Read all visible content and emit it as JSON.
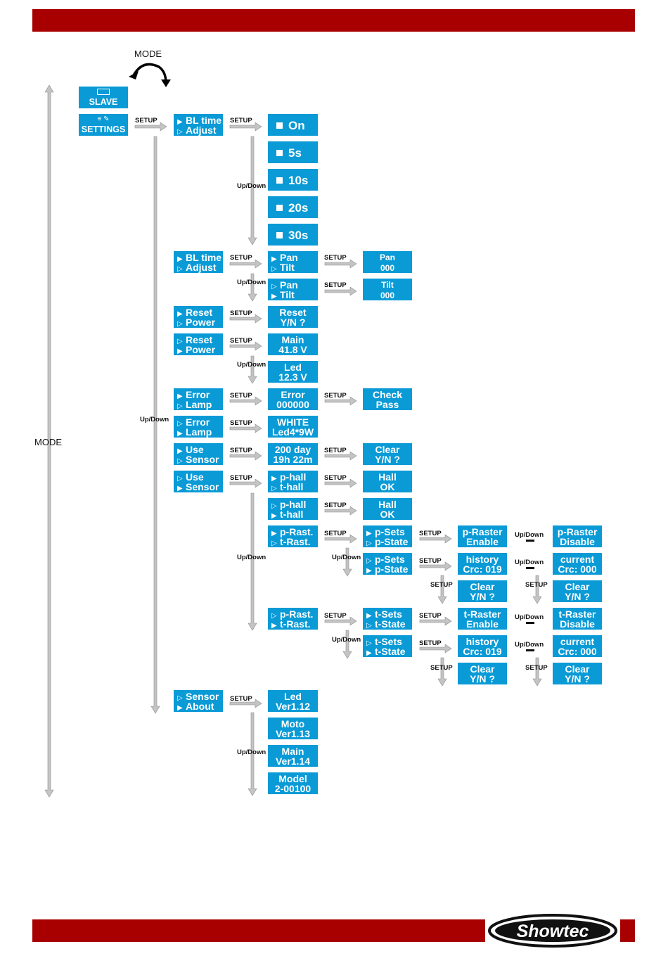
{
  "labels": {
    "mode": "MODE",
    "setup": "SETUP",
    "updown": "Up/Down"
  },
  "brand": {
    "logo_text": "Showtec",
    "band_color": "#a80000",
    "box_color": "#0a9ad6",
    "arrow_color": "#c4c4c4"
  },
  "menu": {
    "slave": {
      "icon": "slave-icon",
      "label": "SLAVE"
    },
    "settings": {
      "icon": "settings-pencil-icon",
      "label": "SETTINGS"
    },
    "bl_time_a": {
      "line1": "BL time",
      "line2": "Adjust"
    },
    "bl_on": "On",
    "bl_5s": "5s",
    "bl_10s": "10s",
    "bl_20s": "20s",
    "bl_30s": "30s",
    "adjust_b": {
      "line1": "BL time",
      "line2": "Adjust"
    },
    "pan_sel": {
      "line1": "Pan",
      "line2": "Tilt"
    },
    "pan_val": {
      "line1": "Pan",
      "line2": "000"
    },
    "tilt_sel": {
      "line1": "Pan",
      "line2": "Tilt"
    },
    "tilt_val": {
      "line1": "Tilt",
      "line2": "000"
    },
    "reset_a": {
      "line1": "Reset",
      "line2": "Power"
    },
    "reset_yn": {
      "line1": "Reset",
      "line2": "Y/N ?"
    },
    "power_b": {
      "line1": "Reset",
      "line2": "Power"
    },
    "main_v": {
      "line1": "Main",
      "line2": "41.8 V"
    },
    "led_v": {
      "line1": "Led",
      "line2": "12.3 V"
    },
    "error_a": {
      "line1": "Error",
      "line2": "Lamp"
    },
    "error_code": {
      "line1": "Error",
      "line2": "000000"
    },
    "check_pass": {
      "line1": "Check",
      "line2": "Pass"
    },
    "lamp_b": {
      "line1": "Error",
      "line2": "Lamp"
    },
    "white_led": {
      "line1": "WHITE",
      "line2": "Led4*9W"
    },
    "use_a": {
      "line1": "Use",
      "line2": "Sensor"
    },
    "use_time": {
      "line1": "200 day",
      "line2": "19h 22m"
    },
    "use_clear": {
      "line1": "Clear",
      "line2": "Y/N ?"
    },
    "sensor_b": {
      "line1": "Use",
      "line2": "Sensor"
    },
    "phall_sel": {
      "line1": "p-hall",
      "line2": "t-hall"
    },
    "phall_ok": {
      "line1": "Hall",
      "line2": "OK"
    },
    "thall_sel": {
      "line1": "p-hall",
      "line2": "t-hall"
    },
    "thall_ok": {
      "line1": "Hall",
      "line2": "OK"
    },
    "prast_sel": {
      "line1": "p-Rast.",
      "line2": "t-Rast."
    },
    "psets_sel": {
      "line1": "p-Sets",
      "line2": "p-State"
    },
    "praster_en": {
      "line1": "p-Raster",
      "line2": "Enable"
    },
    "praster_dis": {
      "line1": "p-Raster",
      "line2": "Disable"
    },
    "pstate_sel": {
      "line1": "p-Sets",
      "line2": "p-State"
    },
    "phist": {
      "line1": "history",
      "line2": "Crc: 019"
    },
    "pcurr": {
      "line1": "current",
      "line2": "Crc: 000"
    },
    "pclear1": {
      "line1": "Clear",
      "line2": "Y/N ?"
    },
    "pclear2": {
      "line1": "Clear",
      "line2": "Y/N ?"
    },
    "trast_sel": {
      "line1": "p-Rast.",
      "line2": "t-Rast."
    },
    "tsets_sel": {
      "line1": "t-Sets",
      "line2": "t-State"
    },
    "traster_en": {
      "line1": "t-Raster",
      "line2": "Enable"
    },
    "traster_dis": {
      "line1": "t-Raster",
      "line2": "Disable"
    },
    "tstate_sel": {
      "line1": "t-Sets",
      "line2": "t-State"
    },
    "thist": {
      "line1": "history",
      "line2": "Crc: 019"
    },
    "tcurr": {
      "line1": "current",
      "line2": "Crc: 000"
    },
    "tclear1": {
      "line1": "Clear",
      "line2": "Y/N ?"
    },
    "tclear2": {
      "line1": "Clear",
      "line2": "Y/N ?"
    },
    "about": {
      "line1": "Sensor",
      "line2": "About"
    },
    "ver_led": {
      "line1": "Led",
      "line2": "Ver1.12"
    },
    "ver_moto": {
      "line1": "Moto",
      "line2": "Ver1.13"
    },
    "ver_main": {
      "line1": "Main",
      "line2": "Ver1.14"
    },
    "model": {
      "line1": "Model",
      "line2": "2-00100"
    }
  }
}
